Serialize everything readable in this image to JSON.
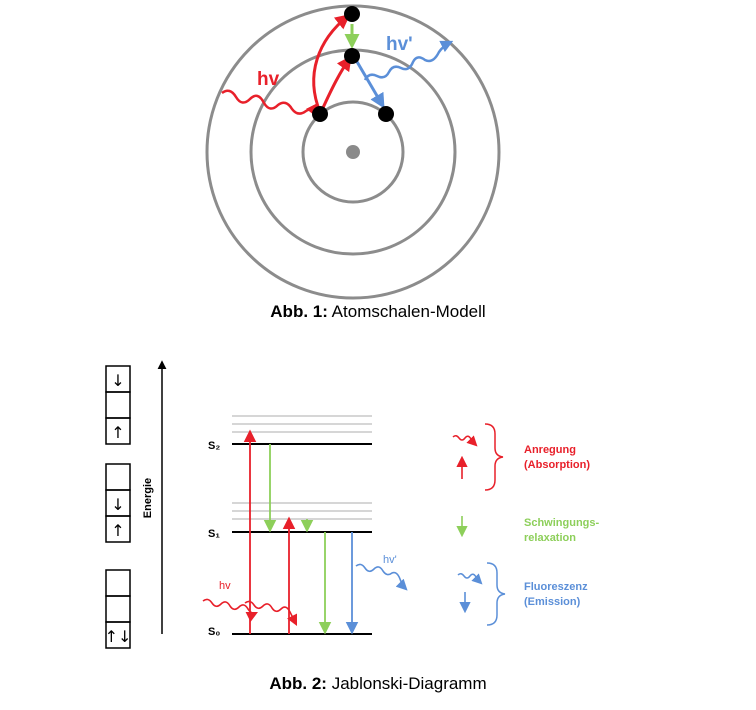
{
  "figure1": {
    "hv_red": "hv",
    "hv_blue": "hv'",
    "caption_bold": "Abb. 1:",
    "caption_text": " Atomschalen-Modell"
  },
  "figure2": {
    "axis_label": "Energie",
    "levels": [
      "S₂",
      "S₁",
      "S₀"
    ],
    "hv_red": "hv",
    "hv_blue": "hv'",
    "legend": {
      "excitation_line1": "Anregung",
      "excitation_line2": "(Absorption)",
      "relaxation_line1": "Schwingungs-",
      "relaxation_line2": "relaxation",
      "fluorescence_line1": "Fluoreszenz",
      "fluorescence_line2": "(Emission)"
    },
    "caption_bold": "Abb. 2:",
    "caption_text": " Jablonski-Diagramm"
  },
  "colors": {
    "red": "#e8202a",
    "green": "#8dcf5a",
    "blue": "#5b8fd8",
    "shell": "#8c8c8c",
    "nucleus": "#8a8a8a"
  }
}
